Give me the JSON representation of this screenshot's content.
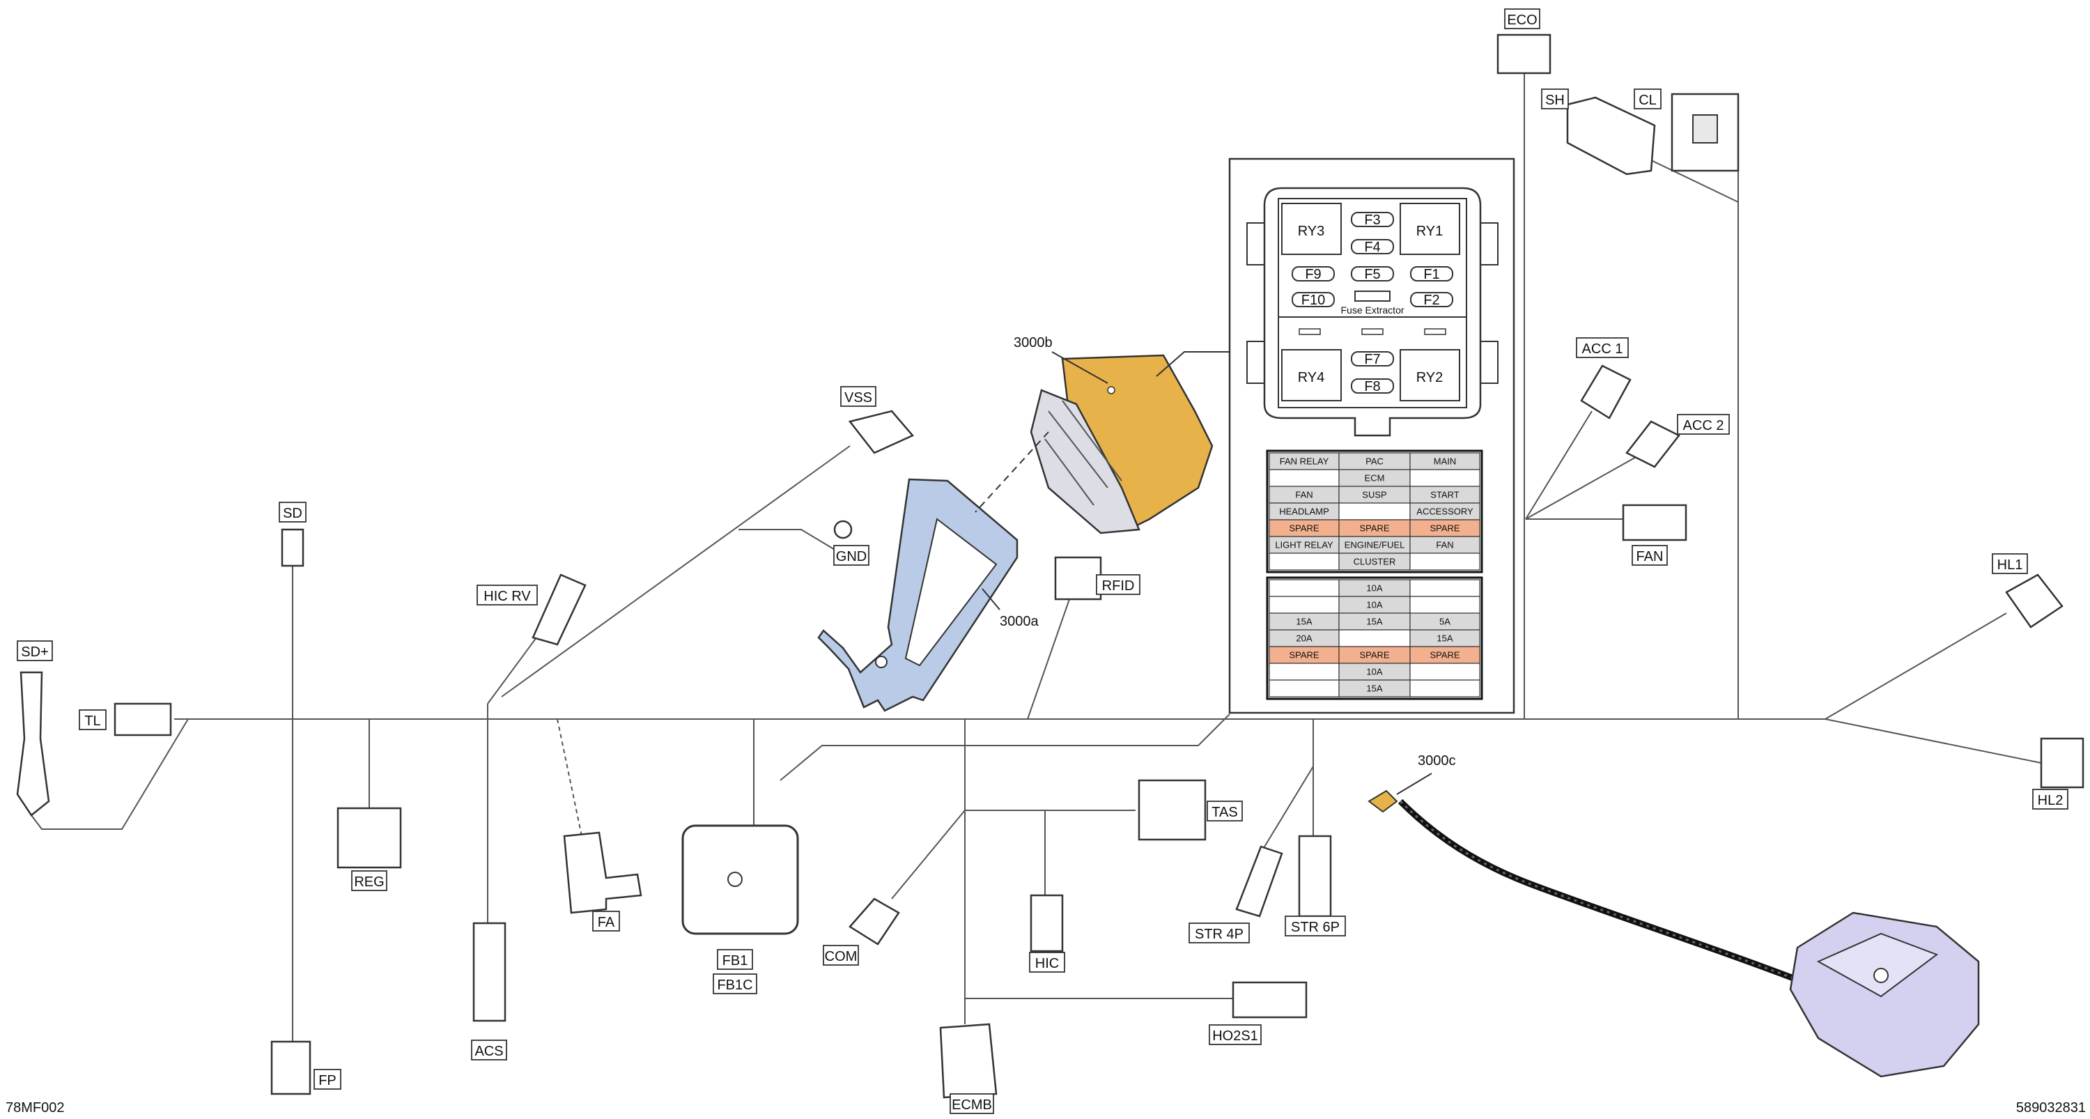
{
  "corner": {
    "left_code": "78MF002",
    "right_code": "589032831"
  },
  "connectors": {
    "eco": "ECO",
    "sh": "SH",
    "cl": "CL",
    "vss": "VSS",
    "gnd": "GND",
    "sd": "SD",
    "sd_plus": "SD+",
    "tl": "TL",
    "hic_rv": "HIC RV",
    "reg": "REG",
    "acs": "ACS",
    "fp": "FP",
    "fa": "FA",
    "fb1": "FB1",
    "fb1c": "FB1C",
    "com": "COM",
    "hic": "HIC",
    "ecmb": "ECMB",
    "tas": "TAS",
    "ho2s1": "HO2S1",
    "str4p": "STR 4P",
    "str6p": "STR 6P",
    "rfid": "RFID",
    "acc1": "ACC 1",
    "acc2": "ACC 2",
    "fan": "FAN",
    "hl1": "HL1",
    "hl2": "HL2"
  },
  "callouts": {
    "c3000a": "3000a",
    "c3000b": "3000b",
    "c3000c": "3000c"
  },
  "fusebox": {
    "relays": [
      "RY3",
      "RY1",
      "RY4",
      "RY2"
    ],
    "fuses": [
      "F3",
      "F4",
      "F9",
      "F5",
      "F1",
      "F10",
      "F2",
      "F7",
      "F8"
    ],
    "extractor": "Fuse Extractor"
  },
  "function_table": [
    [
      "FAN RELAY",
      "PAC",
      "MAIN"
    ],
    [
      "",
      "ECM",
      ""
    ],
    [
      "FAN",
      "SUSP",
      "START"
    ],
    [
      "HEADLAMP",
      "",
      "ACCESSORY"
    ],
    [
      "SPARE",
      "SPARE",
      "SPARE"
    ],
    [
      "LIGHT RELAY",
      "ENGINE/FUEL",
      "FAN"
    ],
    [
      "",
      "CLUSTER",
      ""
    ]
  ],
  "rating_table": [
    [
      "",
      "10A",
      ""
    ],
    [
      "",
      "10A",
      ""
    ],
    [
      "15A",
      "15A",
      "5A"
    ],
    [
      "20A",
      "",
      "15A"
    ],
    [
      "SPARE",
      "SPARE",
      "SPARE"
    ],
    [
      "",
      "10A",
      ""
    ],
    [
      "",
      "15A",
      ""
    ]
  ],
  "colors": {
    "spare": "#f2b08f",
    "ecm_orange": "#e7b24a",
    "bracket_blue": "#b9cbe6",
    "module_violet": "#d3d1ef",
    "cell_grey": "#d9d9d9"
  }
}
